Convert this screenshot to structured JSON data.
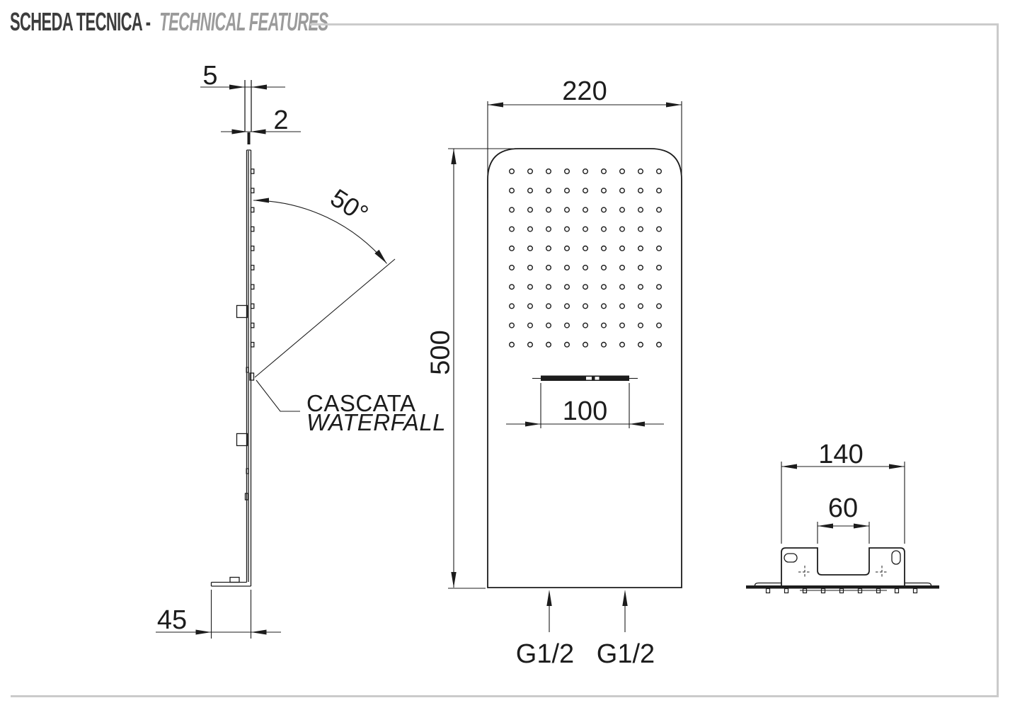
{
  "title": {
    "primary": "SCHEDA TECNICA -",
    "secondary": "TECHNICAL FEATURES"
  },
  "colors": {
    "line": "#1c1c1c",
    "title_primary": "#3d3d3d",
    "title_secondary": "#9b9b9b",
    "frame": "#cbcbcb"
  },
  "side_view": {
    "dim_total_thickness": "5",
    "dim_panel_thickness": "2",
    "dim_spray_angle": "50°",
    "dim_foot_depth": "45",
    "waterfall_label_it": "CASCATA",
    "waterfall_label_en": "WATERFALL"
  },
  "front_view": {
    "dim_width": "220",
    "dim_height": "500",
    "dim_waterfall_width": "100",
    "inlet_left_label": "G1/2",
    "inlet_right_label": "G1/2",
    "nozzle_grid": {
      "columns": 9,
      "rows": 10
    }
  },
  "bottom_view": {
    "dim_bracket_width": "140",
    "dim_notch_width": "60"
  }
}
